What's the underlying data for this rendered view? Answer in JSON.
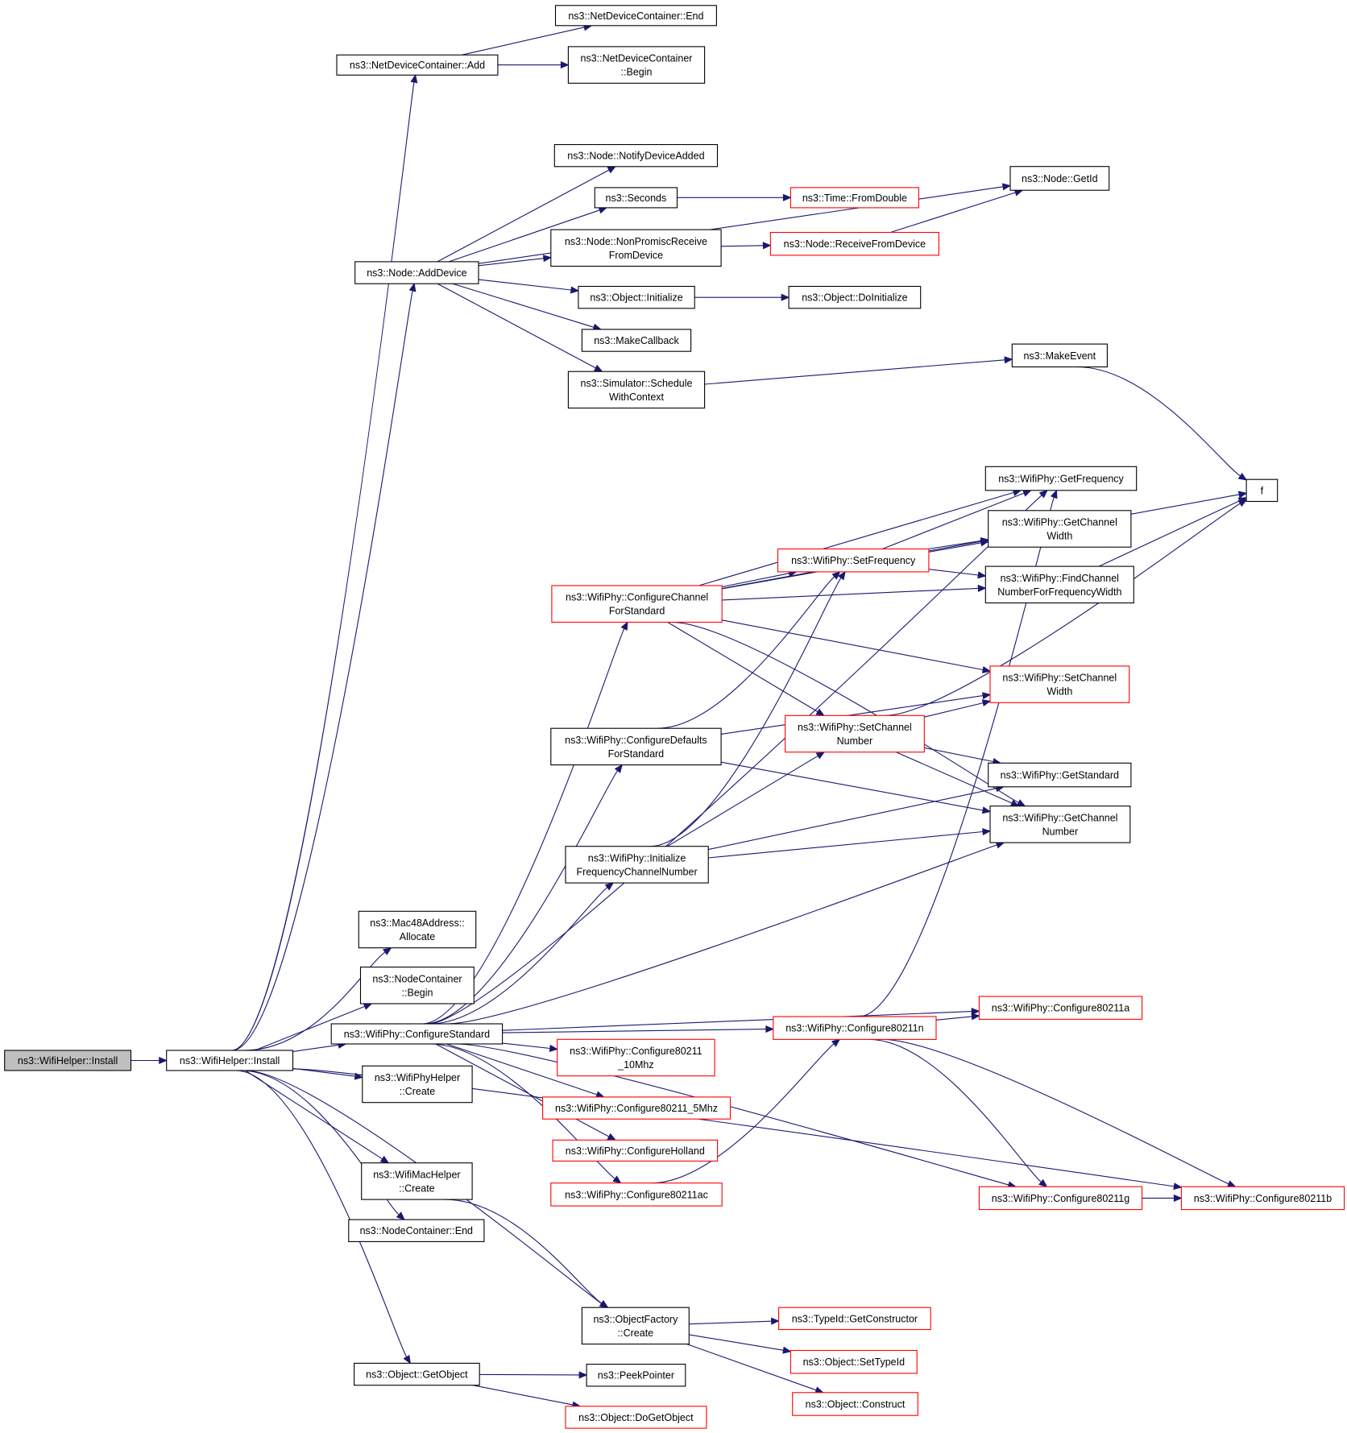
{
  "colors": {
    "edge": "#191970",
    "node_border": "#000000",
    "node_border_truncated": "#ff0000",
    "node_fill": "#ffffff",
    "root_fill": "#bfbfbf"
  },
  "nodes": [
    {
      "id": "wh_install",
      "lines": [
        "ns3::WifiHelper::Install"
      ],
      "style": "root"
    },
    {
      "id": "wh_install2",
      "lines": [
        "ns3::WifiHelper::Install"
      ],
      "style": "normal"
    },
    {
      "id": "ndc_add",
      "lines": [
        "ns3::NetDeviceContainer::Add"
      ],
      "style": "normal"
    },
    {
      "id": "ndc_end",
      "lines": [
        "ns3::NetDeviceContainer::End"
      ],
      "style": "normal"
    },
    {
      "id": "ndc_begin",
      "lines": [
        "ns3::NetDeviceContainer",
        "::Begin"
      ],
      "style": "normal"
    },
    {
      "id": "node_notify",
      "lines": [
        "ns3::Node::NotifyDeviceAdded"
      ],
      "style": "normal"
    },
    {
      "id": "seconds",
      "lines": [
        "ns3::Seconds"
      ],
      "style": "normal"
    },
    {
      "id": "time_fromdouble",
      "lines": [
        "ns3::Time::FromDouble"
      ],
      "style": "truncated"
    },
    {
      "id": "node_getid",
      "lines": [
        "ns3::Node::GetId"
      ],
      "style": "normal"
    },
    {
      "id": "node_nonpromisc",
      "lines": [
        "ns3::Node::NonPromiscReceive",
        "FromDevice"
      ],
      "style": "normal"
    },
    {
      "id": "node_receive",
      "lines": [
        "ns3::Node::ReceiveFromDevice"
      ],
      "style": "truncated"
    },
    {
      "id": "node_adddevice",
      "lines": [
        "ns3::Node::AddDevice"
      ],
      "style": "normal"
    },
    {
      "id": "obj_initialize",
      "lines": [
        "ns3::Object::Initialize"
      ],
      "style": "normal"
    },
    {
      "id": "obj_doinitialize",
      "lines": [
        "ns3::Object::DoInitialize"
      ],
      "style": "normal"
    },
    {
      "id": "makecallback",
      "lines": [
        "ns3::MakeCallback"
      ],
      "style": "normal"
    },
    {
      "id": "makeevent",
      "lines": [
        "ns3::MakeEvent"
      ],
      "style": "normal"
    },
    {
      "id": "sim_schedule",
      "lines": [
        "ns3::Simulator::Schedule",
        "WithContext"
      ],
      "style": "normal"
    },
    {
      "id": "f",
      "lines": [
        "f"
      ],
      "style": "normal"
    },
    {
      "id": "getfrequency",
      "lines": [
        "ns3::WifiPhy::GetFrequency"
      ],
      "style": "normal"
    },
    {
      "id": "getchannelwidth",
      "lines": [
        "ns3::WifiPhy::GetChannel",
        "Width"
      ],
      "style": "normal"
    },
    {
      "id": "setfrequency",
      "lines": [
        "ns3::WifiPhy::SetFrequency"
      ],
      "style": "truncated"
    },
    {
      "id": "findchannel",
      "lines": [
        "ns3::WifiPhy::FindChannel",
        "NumberForFrequencyWidth"
      ],
      "style": "normal"
    },
    {
      "id": "configchannel",
      "lines": [
        "ns3::WifiPhy::ConfigureChannel",
        "ForStandard"
      ],
      "style": "truncated"
    },
    {
      "id": "setchannelwidth",
      "lines": [
        "ns3::WifiPhy::SetChannel",
        "Width"
      ],
      "style": "truncated"
    },
    {
      "id": "configdefaults",
      "lines": [
        "ns3::WifiPhy::ConfigureDefaults",
        "ForStandard"
      ],
      "style": "normal"
    },
    {
      "id": "setchannelnumber",
      "lines": [
        "ns3::WifiPhy::SetChannel",
        "Number"
      ],
      "style": "truncated"
    },
    {
      "id": "getstandard",
      "lines": [
        "ns3::WifiPhy::GetStandard"
      ],
      "style": "normal"
    },
    {
      "id": "getchannelnumber",
      "lines": [
        "ns3::WifiPhy::GetChannel",
        "Number"
      ],
      "style": "normal"
    },
    {
      "id": "initfreq",
      "lines": [
        "ns3::WifiPhy::Initialize",
        "FrequencyChannelNumber"
      ],
      "style": "normal"
    },
    {
      "id": "mac48_allocate",
      "lines": [
        "ns3::Mac48Address::",
        "Allocate"
      ],
      "style": "normal"
    },
    {
      "id": "nc_begin",
      "lines": [
        "ns3::NodeContainer",
        "::Begin"
      ],
      "style": "normal"
    },
    {
      "id": "configstandard",
      "lines": [
        "ns3::WifiPhy::ConfigureStandard"
      ],
      "style": "normal"
    },
    {
      "id": "c80211a",
      "lines": [
        "ns3::WifiPhy::Configure80211a"
      ],
      "style": "truncated"
    },
    {
      "id": "c80211n",
      "lines": [
        "ns3::WifiPhy::Configure80211n"
      ],
      "style": "truncated"
    },
    {
      "id": "c80211_10",
      "lines": [
        "ns3::WifiPhy::Configure80211",
        "_10Mhz"
      ],
      "style": "truncated"
    },
    {
      "id": "phyhelper_create",
      "lines": [
        "ns3::WifiPhyHelper",
        "::Create"
      ],
      "style": "normal"
    },
    {
      "id": "c80211_5",
      "lines": [
        "ns3::WifiPhy::Configure80211_5Mhz"
      ],
      "style": "truncated"
    },
    {
      "id": "holland",
      "lines": [
        "ns3::WifiPhy::ConfigureHolland"
      ],
      "style": "truncated"
    },
    {
      "id": "machelper_create",
      "lines": [
        "ns3::WifiMacHelper",
        "::Create"
      ],
      "style": "normal"
    },
    {
      "id": "c80211ac",
      "lines": [
        "ns3::WifiPhy::Configure80211ac"
      ],
      "style": "truncated"
    },
    {
      "id": "c80211g",
      "lines": [
        "ns3::WifiPhy::Configure80211g"
      ],
      "style": "truncated"
    },
    {
      "id": "c80211b",
      "lines": [
        "ns3::WifiPhy::Configure80211b"
      ],
      "style": "truncated"
    },
    {
      "id": "nc_end",
      "lines": [
        "ns3::NodeContainer::End"
      ],
      "style": "normal"
    },
    {
      "id": "of_create",
      "lines": [
        "ns3::ObjectFactory",
        "::Create"
      ],
      "style": "normal"
    },
    {
      "id": "typeid_getctor",
      "lines": [
        "ns3::TypeId::GetConstructor"
      ],
      "style": "truncated"
    },
    {
      "id": "obj_settypeid",
      "lines": [
        "ns3::Object::SetTypeId"
      ],
      "style": "truncated"
    },
    {
      "id": "obj_getobject",
      "lines": [
        "ns3::Object::GetObject"
      ],
      "style": "normal"
    },
    {
      "id": "peekpointer",
      "lines": [
        "ns3::PeekPointer"
      ],
      "style": "normal"
    },
    {
      "id": "obj_construct",
      "lines": [
        "ns3::Object::Construct"
      ],
      "style": "truncated"
    },
    {
      "id": "obj_dogetobject",
      "lines": [
        "ns3::Object::DoGetObject"
      ],
      "style": "truncated"
    }
  ],
  "edges": [
    [
      "wh_install",
      "wh_install2"
    ],
    [
      "wh_install2",
      "ndc_add"
    ],
    [
      "wh_install2",
      "node_adddevice"
    ],
    [
      "wh_install2",
      "mac48_allocate"
    ],
    [
      "wh_install2",
      "nc_begin"
    ],
    [
      "wh_install2",
      "configstandard"
    ],
    [
      "wh_install2",
      "phyhelper_create"
    ],
    [
      "wh_install2",
      "machelper_create"
    ],
    [
      "wh_install2",
      "nc_end"
    ],
    [
      "wh_install2",
      "obj_getobject"
    ],
    [
      "wh_install2",
      "of_create"
    ],
    [
      "wh_install2",
      "c80211b"
    ],
    [
      "ndc_add",
      "ndc_end"
    ],
    [
      "ndc_add",
      "ndc_begin"
    ],
    [
      "node_adddevice",
      "node_getid"
    ],
    [
      "node_adddevice",
      "node_notify"
    ],
    [
      "node_adddevice",
      "seconds"
    ],
    [
      "node_adddevice",
      "node_nonpromisc"
    ],
    [
      "node_adddevice",
      "obj_initialize"
    ],
    [
      "node_adddevice",
      "makecallback"
    ],
    [
      "node_adddevice",
      "sim_schedule"
    ],
    [
      "seconds",
      "time_fromdouble"
    ],
    [
      "node_nonpromisc",
      "node_receive"
    ],
    [
      "node_receive",
      "node_getid"
    ],
    [
      "obj_initialize",
      "obj_doinitialize"
    ],
    [
      "sim_schedule",
      "makeevent"
    ],
    [
      "makeevent",
      "f"
    ],
    [
      "configchannel",
      "f"
    ],
    [
      "configchannel",
      "getfrequency"
    ],
    [
      "configchannel",
      "getchannelwidth"
    ],
    [
      "configchannel",
      "setfrequency"
    ],
    [
      "configchannel",
      "findchannel"
    ],
    [
      "configchannel",
      "setchannelwidth"
    ],
    [
      "configchannel",
      "setchannelnumber"
    ],
    [
      "configchannel",
      "getchannelnumber"
    ],
    [
      "setfrequency",
      "getfrequency"
    ],
    [
      "setfrequency",
      "getchannelwidth"
    ],
    [
      "setfrequency",
      "findchannel"
    ],
    [
      "findchannel",
      "f"
    ],
    [
      "setchannelnumber",
      "f"
    ],
    [
      "setchannelnumber",
      "setchannelwidth"
    ],
    [
      "setchannelnumber",
      "getstandard"
    ],
    [
      "setchannelnumber",
      "getchannelnumber"
    ],
    [
      "configdefaults",
      "setfrequency"
    ],
    [
      "configdefaults",
      "setchannelwidth"
    ],
    [
      "configdefaults",
      "getchannelnumber"
    ],
    [
      "initfreq",
      "setfrequency"
    ],
    [
      "initfreq",
      "setchannelnumber"
    ],
    [
      "initfreq",
      "getstandard"
    ],
    [
      "initfreq",
      "getchannelnumber"
    ],
    [
      "configstandard",
      "getfrequency"
    ],
    [
      "configstandard",
      "configchannel"
    ],
    [
      "configstandard",
      "configdefaults"
    ],
    [
      "configstandard",
      "initfreq"
    ],
    [
      "configstandard",
      "getchannelnumber"
    ],
    [
      "configstandard",
      "c80211a"
    ],
    [
      "configstandard",
      "c80211n"
    ],
    [
      "configstandard",
      "c80211_10"
    ],
    [
      "configstandard",
      "c80211_5"
    ],
    [
      "configstandard",
      "holland"
    ],
    [
      "configstandard",
      "c80211ac"
    ],
    [
      "configstandard",
      "c80211g"
    ],
    [
      "c80211n",
      "getfrequency"
    ],
    [
      "c80211n",
      "c80211a"
    ],
    [
      "c80211n",
      "c80211g"
    ],
    [
      "c80211n",
      "c80211b"
    ],
    [
      "c80211ac",
      "c80211n"
    ],
    [
      "c80211g",
      "c80211b"
    ],
    [
      "machelper_create",
      "of_create"
    ],
    [
      "of_create",
      "typeid_getctor"
    ],
    [
      "of_create",
      "obj_settypeid"
    ],
    [
      "of_create",
      "obj_construct"
    ],
    [
      "obj_getobject",
      "peekpointer"
    ],
    [
      "obj_getobject",
      "obj_dogetobject"
    ]
  ]
}
